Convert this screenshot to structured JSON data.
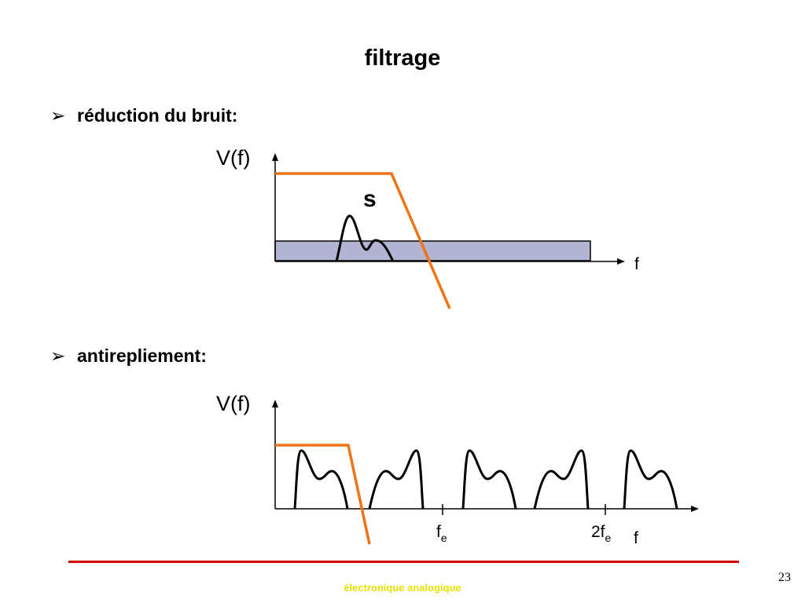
{
  "slide": {
    "title": "filtrage",
    "bullets": [
      {
        "arrow": "➢",
        "text": "réduction du bruit:"
      },
      {
        "arrow": "➢",
        "text": "antirepliement:"
      }
    ],
    "footer": "électronique analogique",
    "page_number": "23"
  },
  "diagram1": {
    "y_label": "V(f)",
    "x_label": "f",
    "signal_label": "s"
  },
  "diagram2": {
    "y_label": "V(f)",
    "x_label": "f",
    "tick1_main": "f",
    "tick1_sub": "e",
    "tick2_main": "2f",
    "tick2_sub": "e"
  },
  "colors": {
    "filter": "#f07417",
    "noise_band": "#b3b3d3",
    "footer_line": "#d40000",
    "footer_text": "#e8e000"
  }
}
